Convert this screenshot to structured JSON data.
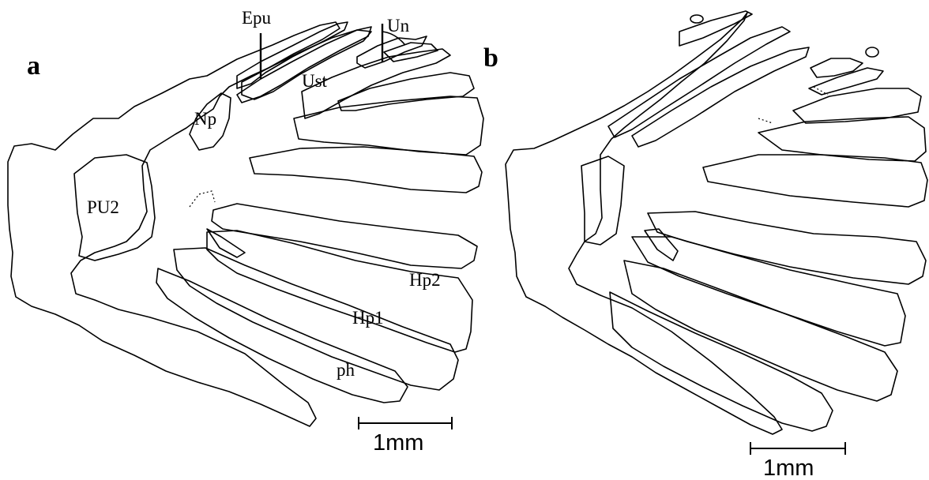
{
  "panel_a": {
    "letter": "a",
    "labels": {
      "epu": "Epu",
      "un": "Un",
      "ust": "Ust",
      "np": "Np",
      "pu2": "PU2",
      "hp2": "Hp2",
      "hp1": "Hp1",
      "ph": "ph"
    },
    "scale_bar": "1mm"
  },
  "panel_b": {
    "letter": "b",
    "scale_bar": "1mm"
  }
}
